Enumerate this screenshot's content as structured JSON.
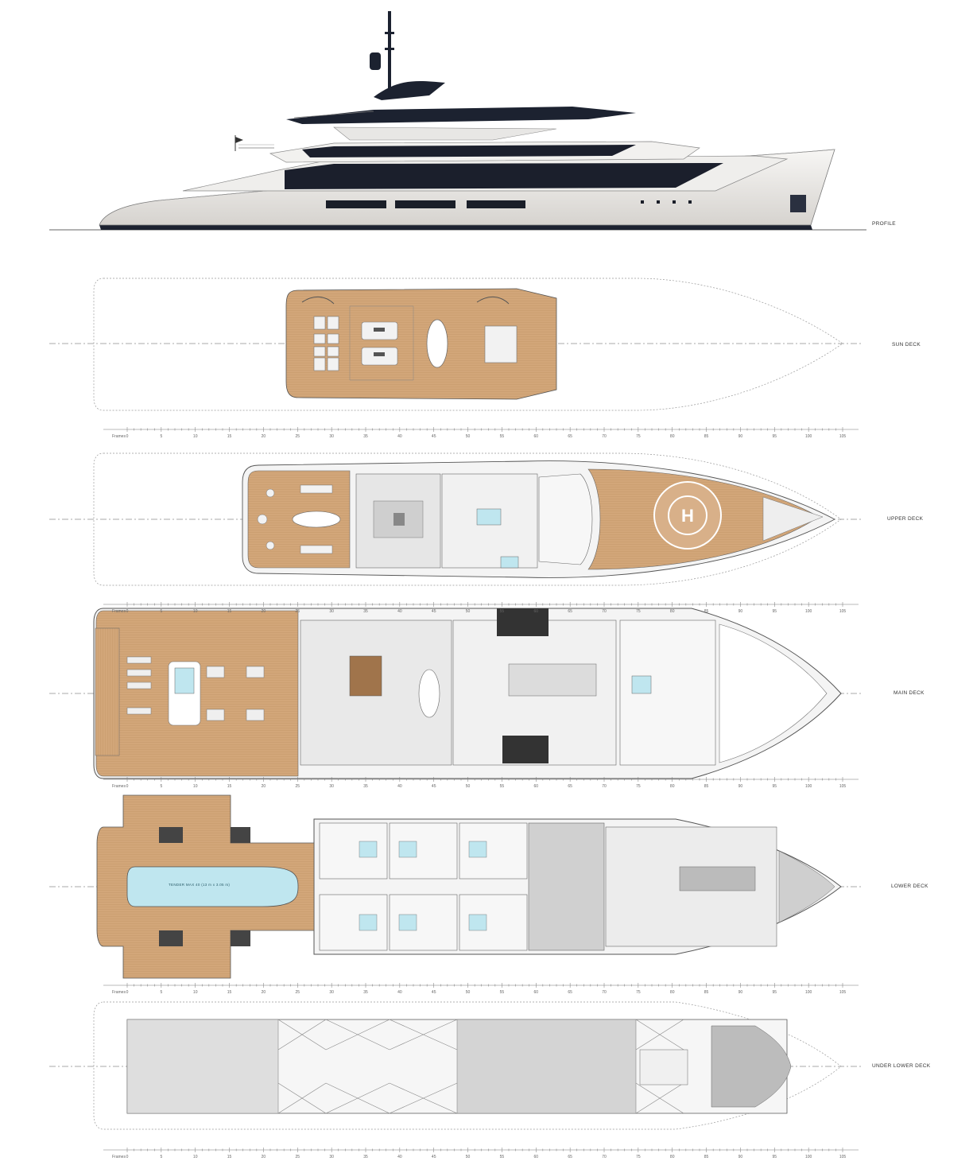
{
  "drawings": [
    {
      "id": "profile",
      "label": "PROFILE"
    },
    {
      "id": "sun-deck",
      "label": "SUN DECK"
    },
    {
      "id": "upper-deck",
      "label": "UPPER DECK"
    },
    {
      "id": "main-deck",
      "label": "MAIN DECK"
    },
    {
      "id": "lower-deck",
      "label": "LOWER DECK"
    },
    {
      "id": "under-lower-deck",
      "label": "UNDER LOWER DECK"
    }
  ],
  "frame_scale": {
    "label": "Frames",
    "ticks": [
      "0",
      "5",
      "10",
      "15",
      "20",
      "25",
      "30",
      "35",
      "40",
      "45",
      "50",
      "55",
      "60",
      "65",
      "70",
      "75",
      "80",
      "85",
      "90",
      "95",
      "100",
      "105"
    ]
  },
  "pool_label": "TENDER MAX 40 (13 m x 3.05 m)",
  "colors": {
    "hull": "#eceae7",
    "superstructure_dark": "#1c2230",
    "teak": "#d2a679",
    "teak_line": "#b98c5c",
    "interior": "#f1f1f1",
    "service_grey": "#cfcfcf",
    "water": "#bfe6ef",
    "outline": "#555555"
  }
}
